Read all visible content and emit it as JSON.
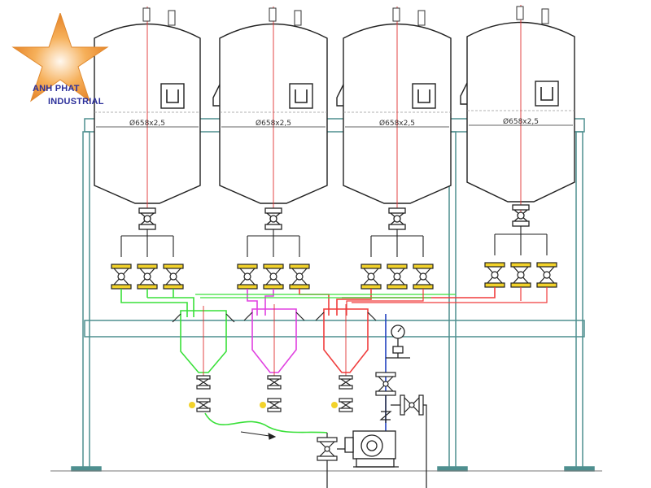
{
  "brand": {
    "line1": "ANH PHAT",
    "line2": "INDUSTRIAL",
    "star_color": "#f2a33a"
  },
  "tanks": [
    {
      "dimension": "Ø658x2,5"
    },
    {
      "dimension": "Ø658x2,5"
    },
    {
      "dimension": "Ø658x2,5"
    },
    {
      "dimension": "Ø658x2,5"
    }
  ],
  "colors": {
    "structure": "#4e8f8f",
    "outline": "#222222",
    "centerline": "#e03030",
    "mixer_green": "#39e039",
    "mixer_magenta": "#e040e0",
    "mixer_red": "#f03c3c",
    "water_line": "#2040c0",
    "valve_accent": "#f2d22a"
  }
}
